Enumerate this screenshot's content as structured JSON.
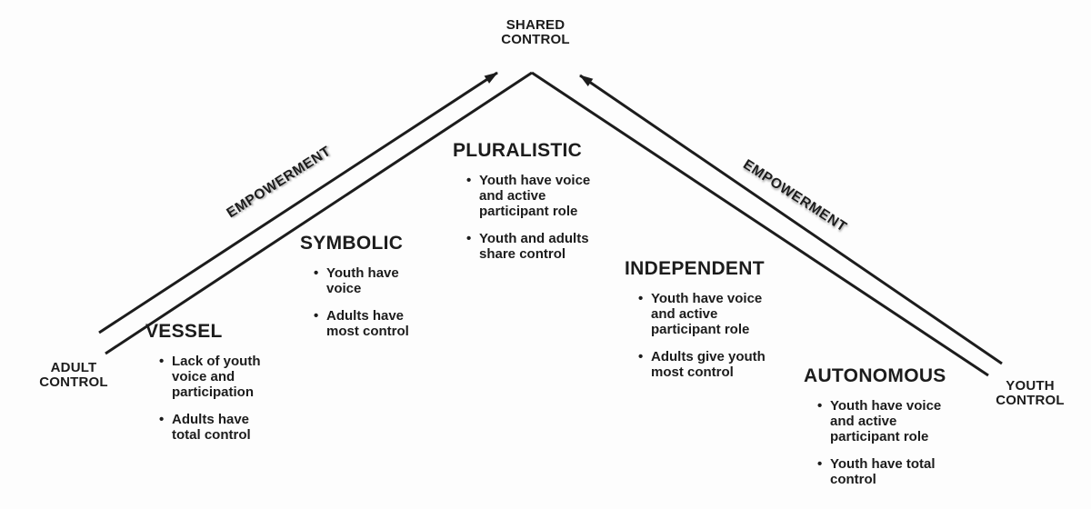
{
  "diagram": {
    "apex_label": "SHARED\nCONTROL",
    "left_corner_label": "ADULT\nCONTROL",
    "right_corner_label": "YOUTH\nCONTROL",
    "arrows": {
      "left_label": "EMPOWERMENT",
      "right_label": "EMPOWERMENT"
    },
    "stages": [
      {
        "name": "VESSEL",
        "bullets": [
          "Lack of youth voice and participation",
          "Adults have total control"
        ]
      },
      {
        "name": "SYMBOLIC",
        "bullets": [
          "Youth have voice",
          "Adults have most control"
        ]
      },
      {
        "name": "PLURALISTIC",
        "bullets": [
          "Youth have voice and active participant role",
          "Youth and adults share control"
        ]
      },
      {
        "name": "INDEPENDENT",
        "bullets": [
          "Youth have voice and active participant role",
          "Adults give youth most control"
        ]
      },
      {
        "name": "AUTONOMOUS",
        "bullets": [
          "Youth have voice and active participant role",
          "Youth have total control"
        ]
      }
    ],
    "colors": {
      "ink": "#1c1c1c",
      "background": "#fdfdfd"
    }
  }
}
